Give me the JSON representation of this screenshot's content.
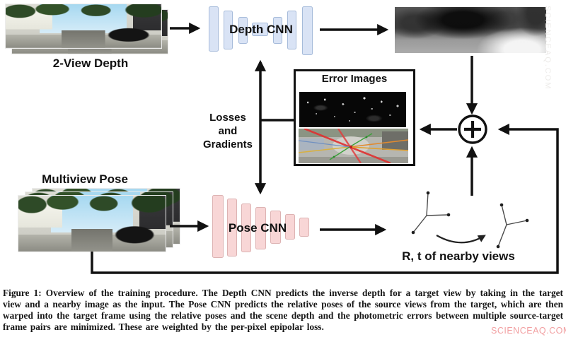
{
  "diagram": {
    "two_view_depth_label": "2-View Depth",
    "depth_cnn_label": "Depth CNN",
    "error_images_title": "Error Images",
    "losses_lines": [
      "Losses",
      "and",
      "Gradients"
    ],
    "multiview_pose_label": "Multiview Pose",
    "pose_cnn_label": "Pose CNN",
    "rt_label": "R, t of nearby views",
    "sum_symbol": "+"
  },
  "figure": {
    "caption": "Figure 1: Overview of the training procedure. The Depth CNN predicts the inverse depth for a target view by taking in the target view and a nearby image as the input. The Pose CNN predicts the relative poses of the source views from the target, which are then warped into the target frame using the relative poses and the scene depth and the photometric errors between multiple source-target frame pairs are minimized. These are weighted by the per-pixel epipolar loss."
  },
  "watermark": {
    "text": "SCIENCEAQ.COM"
  },
  "colors": {
    "depth_cnn_fill": "#d9e3f5",
    "depth_cnn_border": "#a6bbda",
    "pose_cnn_fill": "#f8d6d6",
    "pose_cnn_border": "#ddb3b3",
    "arrow_black": "#111111",
    "watermark_pink": "#f2a0a2",
    "epipolar_red": "#e03030",
    "epipolar_orange": "#e08a30",
    "epipolar_green": "#3aa03a"
  }
}
